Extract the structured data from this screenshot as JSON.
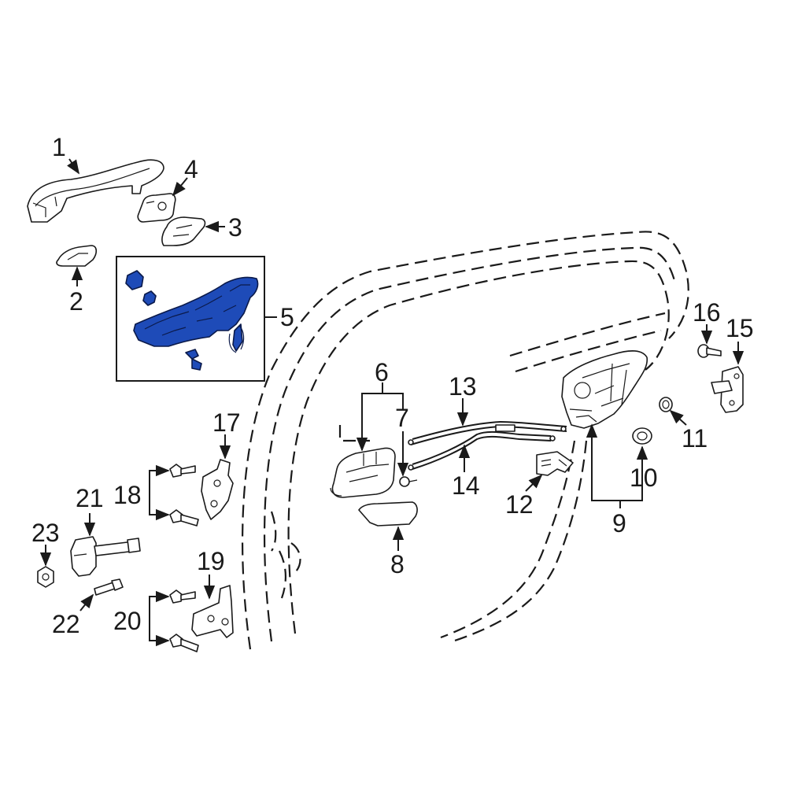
{
  "highlight_color": "#1e4bb8",
  "line_color": "#1a1a1a",
  "callouts": [
    {
      "id": "1",
      "text": "1"
    },
    {
      "id": "2",
      "text": "2"
    },
    {
      "id": "3",
      "text": "3"
    },
    {
      "id": "4",
      "text": "4"
    },
    {
      "id": "5",
      "text": "5"
    },
    {
      "id": "6",
      "text": "6"
    },
    {
      "id": "7",
      "text": "7"
    },
    {
      "id": "8",
      "text": "8"
    },
    {
      "id": "9",
      "text": "9"
    },
    {
      "id": "10",
      "text": "10"
    },
    {
      "id": "11",
      "text": "11"
    },
    {
      "id": "12",
      "text": "12"
    },
    {
      "id": "13",
      "text": "13"
    },
    {
      "id": "14",
      "text": "14"
    },
    {
      "id": "15",
      "text": "15"
    },
    {
      "id": "16",
      "text": "16"
    },
    {
      "id": "17",
      "text": "17"
    },
    {
      "id": "18",
      "text": "18"
    },
    {
      "id": "19",
      "text": "19"
    },
    {
      "id": "20",
      "text": "20"
    },
    {
      "id": "21",
      "text": "21"
    },
    {
      "id": "22",
      "text": "22"
    },
    {
      "id": "23",
      "text": "23"
    }
  ],
  "highlighted_part": "5"
}
